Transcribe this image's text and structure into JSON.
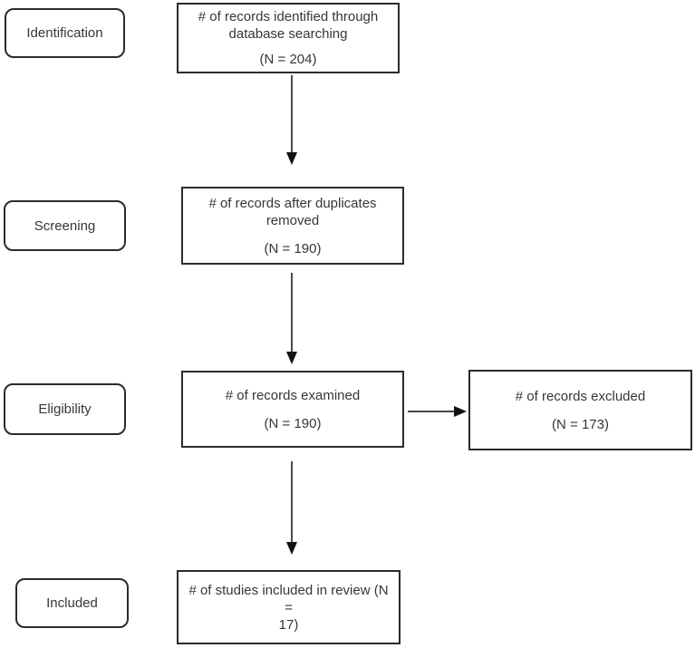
{
  "stages": [
    {
      "label": "Identification"
    },
    {
      "label": "Screening"
    },
    {
      "label": "Eligibility"
    },
    {
      "label": "Included"
    }
  ],
  "nodes": {
    "identified": {
      "line1": "# of records identified through",
      "line2": "database searching",
      "count": "(N = 204)"
    },
    "deduplicated": {
      "line1": "# of records after duplicates",
      "line2": "removed",
      "count": "(N = 190)"
    },
    "examined": {
      "line1": "# of records examined",
      "count": "(N = 190)"
    },
    "excluded": {
      "line1": "# of records excluded",
      "count": "(N = 173)"
    },
    "included_review": {
      "line1": "# of studies included in review (N =",
      "line2": "17)"
    }
  },
  "colors": {
    "border": "#2b2b2b",
    "text": "#363636",
    "background": "#ffffff"
  }
}
